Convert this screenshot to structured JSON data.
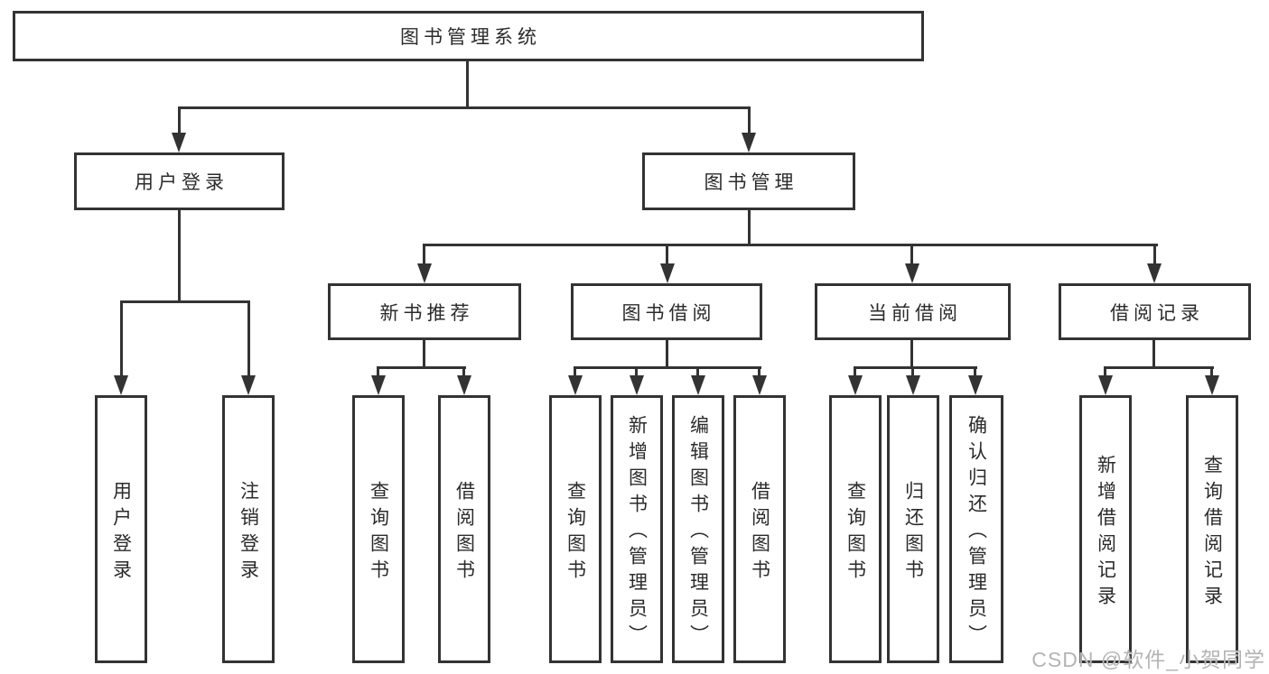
{
  "tree": {
    "label": "图书管理系统",
    "children": [
      {
        "label": "用户登录",
        "children": [
          {
            "label": "用户登录"
          },
          {
            "label": "注销登录"
          }
        ]
      },
      {
        "label": "图书管理",
        "children": [
          {
            "label": "新书推荐",
            "children": [
              {
                "label": "查询图书"
              },
              {
                "label": "借阅图书"
              }
            ]
          },
          {
            "label": "图书借阅",
            "children": [
              {
                "label": "查询图书"
              },
              {
                "label": "新增图书（管理员）"
              },
              {
                "label": "编辑图书（管理员）"
              },
              {
                "label": "借阅图书"
              }
            ]
          },
          {
            "label": "当前借阅",
            "children": [
              {
                "label": "查询图书"
              },
              {
                "label": "归还图书"
              },
              {
                "label": "确认归还（管理员）"
              }
            ]
          },
          {
            "label": "借阅记录",
            "children": [
              {
                "label": "新增借阅记录"
              },
              {
                "label": "查询借阅记录"
              }
            ]
          }
        ]
      }
    ]
  },
  "watermark": {
    "text": "CSDN @软件_小贺同学"
  },
  "colors": {
    "line": "#333333",
    "text": "#2b2b2b",
    "watermark": "#b4b4b4",
    "background": "#ffffff"
  }
}
